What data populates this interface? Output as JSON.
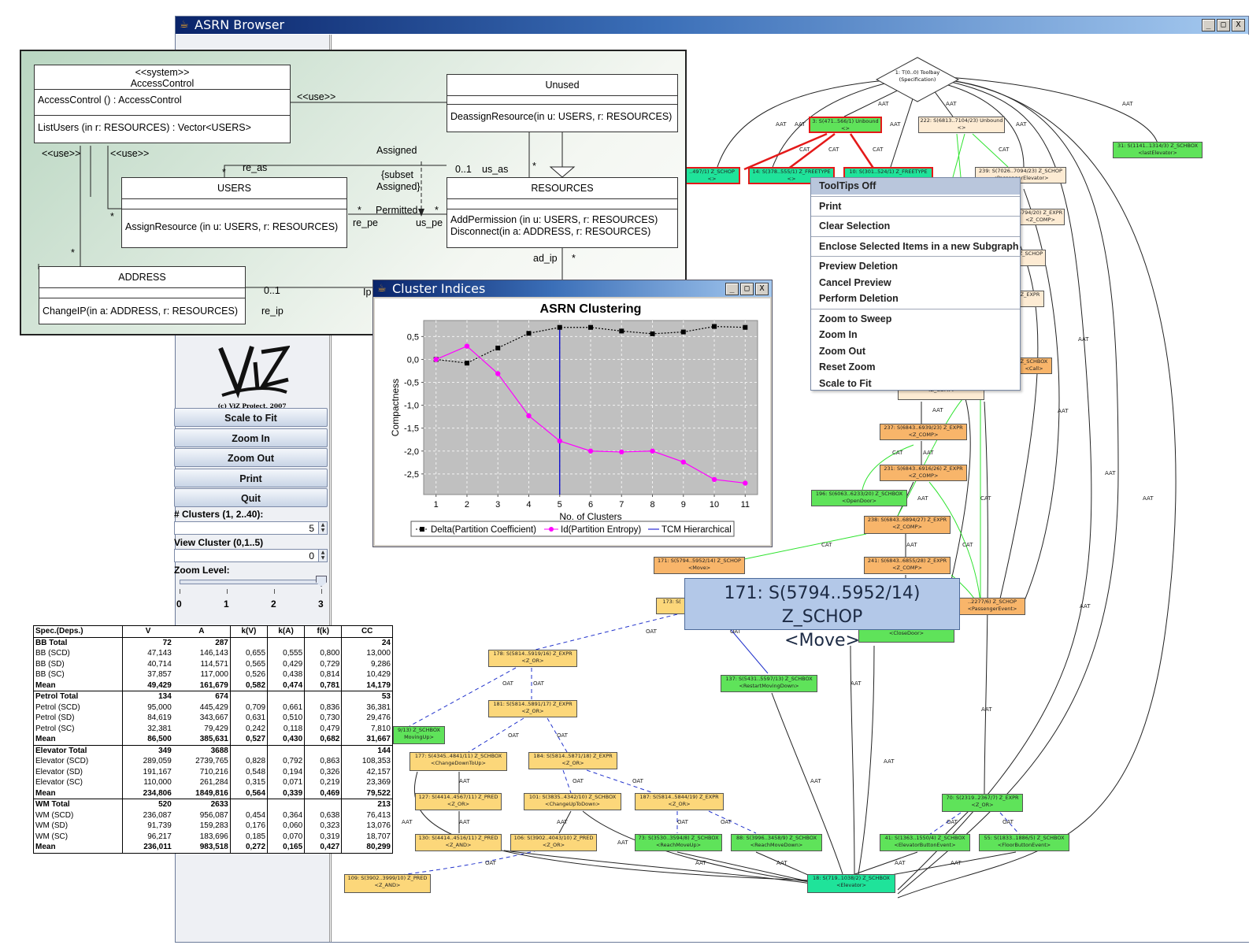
{
  "asrn_window": {
    "title": "ASRN Browser",
    "controls": {
      "minimize": "_",
      "maximize": "□",
      "close": "X"
    }
  },
  "uml": {
    "access_control": {
      "stereotype": "<<system>>",
      "name": "AccessControl",
      "op1": "AccessControl () : AccessControl",
      "op2": "ListUsers (in r: RESOURCES) : Vector<USERS>"
    },
    "unused": {
      "name": "Unused",
      "op1": "DeassignResource(in u: USERS, r: RESOURCES)"
    },
    "users": {
      "name": "USERS",
      "op1": "AssignResource (in u: USERS, r: RESOURCES)"
    },
    "resources": {
      "name": "RESOURCES",
      "op1": "AddPermission (in u: USERS, r: RESOURCES)",
      "op2": "Disconnect(in a: ADDRESS, r: RESOURCES)"
    },
    "address": {
      "name": "ADDRESS",
      "op1": "ChangeIP(in a: ADDRESS, r: RESOURCES)"
    },
    "labels": {
      "use1": "<<use>>",
      "use2": "<<use>>",
      "use3": "<<use>>",
      "assigned": "Assigned",
      "re_as": "re_as",
      "subset": "{subset",
      "subset2": "Assigned}",
      "zero_one": "0..1",
      "us_as": "us_as",
      "permitted": "Permitted",
      "re_pe": "re_pe",
      "us_pe": "us_pe",
      "ad_ip": "ad_ip",
      "zero_one2": "0..1",
      "re_ip": "re_ip",
      "ip": "Ip",
      "star": "*"
    }
  },
  "logo": {
    "text": "ViZ",
    "caption": "(c) ViZ Project, 2007"
  },
  "side_panel": {
    "buttons": [
      "Scale to Fit",
      "Zoom In",
      "Zoom Out",
      "Print",
      "Quit"
    ],
    "clusters_label": "# Clusters (1, 2..40):",
    "clusters_value": "5",
    "view_cluster_label": "View Cluster (0,1..5)",
    "view_cluster_value": "0",
    "zoom_label": "Zoom Level:",
    "zoom_ticks": [
      "0",
      "1",
      "2",
      "3"
    ],
    "zoom_value": 3
  },
  "cluster_window": {
    "title": "Cluster Indices",
    "controls": {
      "minimize": "_",
      "maximize": "□",
      "close": "X"
    }
  },
  "chart_data": {
    "type": "line",
    "title": "ASRN Clustering",
    "xlabel": "No. of Clusters",
    "ylabel": "Compactness",
    "x": [
      1,
      2,
      3,
      4,
      5,
      6,
      7,
      8,
      9,
      10,
      11
    ],
    "xlim": [
      0.6,
      11.4
    ],
    "ylim": [
      -2.95,
      0.85
    ],
    "yticks": [
      0.5,
      0.0,
      -0.5,
      -1.0,
      -1.5,
      -2.0,
      -2.5
    ],
    "ytick_labels": [
      "0,5",
      "0,0",
      "-0,5",
      "-1,0",
      "-1,5",
      "-2,0",
      "-2,5"
    ],
    "grid": true,
    "legend_position": "bottom",
    "series": [
      {
        "name": "Delta(Partition Coefficient)",
        "color": "#000000",
        "marker": "square",
        "dashed": true,
        "values": [
          0.0,
          -0.08,
          0.25,
          0.57,
          0.7,
          0.7,
          0.62,
          0.56,
          0.6,
          0.72,
          0.7
        ]
      },
      {
        "name": "Id(Partition Entropy)",
        "color": "#ff00ff",
        "marker": "circle",
        "dashed": false,
        "values": [
          0.0,
          0.29,
          -0.31,
          -1.23,
          -1.78,
          -2.0,
          -2.02,
          -2.0,
          -2.24,
          -2.62,
          -2.7
        ]
      }
    ],
    "vline": {
      "name": "TCM Hierarchical",
      "x": 5,
      "color": "#0000cc"
    }
  },
  "context_menu": {
    "items": [
      "ToolTips Off",
      "Print",
      "Clear Selection",
      "Enclose Selected Items in a new Subgraph",
      "Preview Deletion",
      "Cancel Preview",
      "Perform Deletion",
      "Zoom to Sweep",
      "Zoom In",
      "Zoom Out",
      "Reset Zoom",
      "Scale to Fit"
    ]
  },
  "tooltip": {
    "line1": "171: S(5794..5952/14) Z_SCHOP",
    "line2": "<Move>"
  },
  "graph": {
    "root": {
      "line1": "1: T(0..0) Toolbay",
      "line2": "(Specification)"
    },
    "nodes": [
      {
        "id": "n3",
        "l1": "3: S(471..566/1) Unbound",
        "l2": "<>"
      },
      {
        "id": "n222",
        "l1": "222: S(6813..7104/23) Unbound",
        "l2": "<>"
      },
      {
        "id": "n31",
        "l1": "31: S(1141..1314/3) Z_SCHBOX",
        "l2": "<lastElevator>"
      },
      {
        "id": "n_497",
        "l1": "..497/1) Z_SCHOP",
        "l2": "<>"
      },
      {
        "id": "n14",
        "l1": "14: S(378..555/1) Z_FREETYPE",
        "l2": "<>"
      },
      {
        "id": "n10",
        "l1": "10: S(301..524/1) Z_FREETYPE",
        "l2": "<>"
      },
      {
        "id": "n239",
        "l1": "239: S(7026..7094/23) Z_SCHOP",
        "l2": "<PassengerElevator>"
      },
      {
        "id": "n_comp1",
        "l1": "5794/20) Z_EXPR",
        "l2": "<Z_COMP>"
      },
      {
        "id": "n_chop",
        "l1": "Z_SCHOP",
        "l2": ""
      },
      {
        "id": "n_expr",
        "l1": "Z_EXPR",
        "l2": ""
      },
      {
        "id": "n_schbox",
        "l1": "Z_SCHBOX",
        "l2": "<Call>"
      },
      {
        "id": "n_comp2",
        "l1": "",
        "l2": "<Z_COMP>"
      },
      {
        "id": "n237",
        "l1": "237: S(6843..6939/23) Z_EXPR",
        "l2": "<Z_COMP>"
      },
      {
        "id": "n231",
        "l1": "231: S(6843..6916/26) Z_EXPR",
        "l2": "<Z_COMP>"
      },
      {
        "id": "n196",
        "l1": "196: S(6063..6233/20) Z_SCHBOX",
        "l2": "<OpenDoor>"
      },
      {
        "id": "n238",
        "l1": "238: S(6843..6894/27) Z_EXPR",
        "l2": "<Z_COMP>"
      },
      {
        "id": "n171",
        "l1": "171: S(5794..5952/14) Z_SCHOP",
        "l2": "<Move>"
      },
      {
        "id": "n241",
        "l1": "241: S(6843..6855/28) Z_EXPR",
        "l2": "<Z_COMP>"
      },
      {
        "id": "n173",
        "l1": "173: S(",
        "l2": ""
      },
      {
        "id": "n_pass",
        "l1": "..2277/6) Z_SCHOP",
        "l2": "<PassengerEvent>"
      },
      {
        "id": "n_close",
        "l1": "",
        "l2": "<CloseDoor>"
      },
      {
        "id": "n178",
        "l1": "178: S(5814..5919/16) Z_EXPR",
        "l2": "<Z_OR>"
      },
      {
        "id": "n137",
        "l1": "137: S(5431..5597/13) Z_SCHBOX",
        "l2": "<RestartMovingDown>"
      },
      {
        "id": "n181",
        "l1": "181: S(5814..5891/17) Z_EXPR",
        "l2": "<Z_OR>"
      },
      {
        "id": "n_movup",
        "l1": "9/13) Z_SCHBOX",
        "l2": "MovingUp>"
      },
      {
        "id": "n177",
        "l1": "177: S(4345..4841/11) Z_SCHBOX",
        "l2": "<ChangeDownToUp>"
      },
      {
        "id": "n184",
        "l1": "184: S(5814..5871/18) Z_EXPR",
        "l2": "<Z_OR>"
      },
      {
        "id": "n127",
        "l1": "127: S(4414..4567/11) Z_PRED",
        "l2": "<Z_OR>"
      },
      {
        "id": "n101",
        "l1": "101: S(3835..4342/10) Z_SCHBOX",
        "l2": "<ChangeUpToDown>"
      },
      {
        "id": "n187",
        "l1": "187: S(5814..5844/19) Z_EXPR",
        "l2": "<Z_OR>"
      },
      {
        "id": "n70",
        "l1": "70: S(2319..2367/7) Z_EXPR",
        "l2": "<Z_OR>"
      },
      {
        "id": "n130",
        "l1": "130: S(4414..4516/11) Z_PRED",
        "l2": "<Z_AND>"
      },
      {
        "id": "n106",
        "l1": "106: S(3902..4043/10) Z_PRED",
        "l2": "<Z_OR>"
      },
      {
        "id": "n73",
        "l1": "73: S(3530..3594/8) Z_SCHBOX",
        "l2": "<ReachMoveUp>"
      },
      {
        "id": "n88",
        "l1": "88: S(3996..3458/9) Z_SCHBOX",
        "l2": "<ReachMoveDown>"
      },
      {
        "id": "n41",
        "l1": "41: S(1363..1550/4) Z_SCHBOX",
        "l2": "<ElevatorButtonEvent>"
      },
      {
        "id": "n55",
        "l1": "55: S(1833..1886/5) Z_SCHBOX",
        "l2": "<FloorButtonEvent>"
      },
      {
        "id": "n109",
        "l1": "109: S(3902..3999/10) Z_PRED",
        "l2": "<Z_AND>"
      },
      {
        "id": "n18",
        "l1": "18: S(719..1038/2) Z_SCHBOX",
        "l2": "<Elevator>"
      }
    ],
    "edge_labels": [
      "AAT",
      "CAT",
      "OAT"
    ]
  },
  "stats_table": {
    "headers": [
      "Spec.(Deps.)",
      "V",
      "A",
      "k(V)",
      "k(A)",
      "f(k)",
      "CC"
    ],
    "rows": [
      {
        "cells": [
          "BB Total",
          "72",
          "287",
          "",
          "",
          "",
          "24"
        ],
        "bold": true,
        "top": false
      },
      {
        "cells": [
          "BB (SCD)",
          "47,143",
          "146,143",
          "0,655",
          "0,555",
          "0,800",
          "13,000"
        ],
        "bold": false,
        "top": false
      },
      {
        "cells": [
          "BB (SD)",
          "40,714",
          "114,571",
          "0,565",
          "0,429",
          "0,729",
          "9,286"
        ],
        "bold": false,
        "top": false
      },
      {
        "cells": [
          "BB (SC)",
          "37,857",
          "117,000",
          "0,526",
          "0,438",
          "0,814",
          "10,429"
        ],
        "bold": false,
        "top": false
      },
      {
        "cells": [
          "Mean",
          "49,429",
          "161,679",
          "0,582",
          "0,474",
          "0,781",
          "14,179"
        ],
        "bold": true,
        "top": false
      },
      {
        "cells": [
          "Petrol Total",
          "134",
          "674",
          "",
          "",
          "",
          "53"
        ],
        "bold": true,
        "top": true
      },
      {
        "cells": [
          "Petrol (SCD)",
          "95,000",
          "445,429",
          "0,709",
          "0,661",
          "0,836",
          "36,381"
        ],
        "bold": false,
        "top": false
      },
      {
        "cells": [
          "Petrol (SD)",
          "84,619",
          "343,667",
          "0,631",
          "0,510",
          "0,730",
          "29,476"
        ],
        "bold": false,
        "top": false
      },
      {
        "cells": [
          "Petrol (SC)",
          "32,381",
          "79,429",
          "0,242",
          "0,118",
          "0,479",
          "7,810"
        ],
        "bold": false,
        "top": false
      },
      {
        "cells": [
          "Mean",
          "86,500",
          "385,631",
          "0,527",
          "0,430",
          "0,682",
          "31,667"
        ],
        "bold": true,
        "top": false
      },
      {
        "cells": [
          "Elevator Total",
          "349",
          "3688",
          "",
          "",
          "",
          "144"
        ],
        "bold": true,
        "top": true
      },
      {
        "cells": [
          "Elevator (SCD)",
          "289,059",
          "2739,765",
          "0,828",
          "0,792",
          "0,863",
          "108,353"
        ],
        "bold": false,
        "top": false
      },
      {
        "cells": [
          "Elevator (SD)",
          "191,167",
          "710,216",
          "0,548",
          "0,194",
          "0,326",
          "42,157"
        ],
        "bold": false,
        "top": false
      },
      {
        "cells": [
          "Elevator (SC)",
          "110,000",
          "261,284",
          "0,315",
          "0,071",
          "0,219",
          "23,369"
        ],
        "bold": false,
        "top": false
      },
      {
        "cells": [
          "Mean",
          "234,806",
          "1849,816",
          "0,564",
          "0,339",
          "0,469",
          "79,522"
        ],
        "bold": true,
        "top": false
      },
      {
        "cells": [
          "WM Total",
          "520",
          "2633",
          "",
          "",
          "",
          "213"
        ],
        "bold": true,
        "top": true
      },
      {
        "cells": [
          "WM (SCD)",
          "236,087",
          "956,087",
          "0,454",
          "0,364",
          "0,638",
          "76,413"
        ],
        "bold": false,
        "top": false
      },
      {
        "cells": [
          "WM (SD)",
          "91,739",
          "159,283",
          "0,176",
          "0,060",
          "0,323",
          "13,076"
        ],
        "bold": false,
        "top": false
      },
      {
        "cells": [
          "WM (SC)",
          "96,217",
          "183,696",
          "0,185",
          "0,070",
          "0,319",
          "18,707"
        ],
        "bold": false,
        "top": false
      },
      {
        "cells": [
          "Mean",
          "236,011",
          "983,518",
          "0,272",
          "0,165",
          "0,427",
          "80,299"
        ],
        "bold": true,
        "top": false
      }
    ]
  }
}
